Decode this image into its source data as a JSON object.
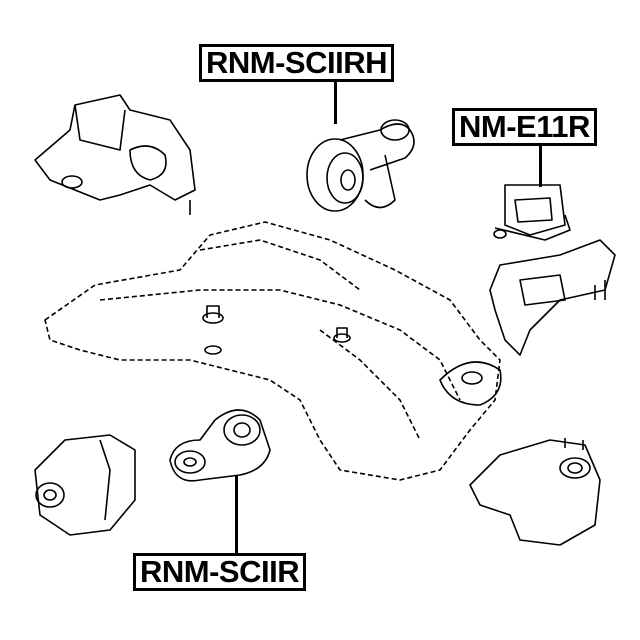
{
  "labels": {
    "top": "RNM-SCIIRH",
    "right": "NM-E11R",
    "bottom": "RNM-SCIIR"
  },
  "colors": {
    "line": "#000000",
    "background": "#ffffff"
  }
}
